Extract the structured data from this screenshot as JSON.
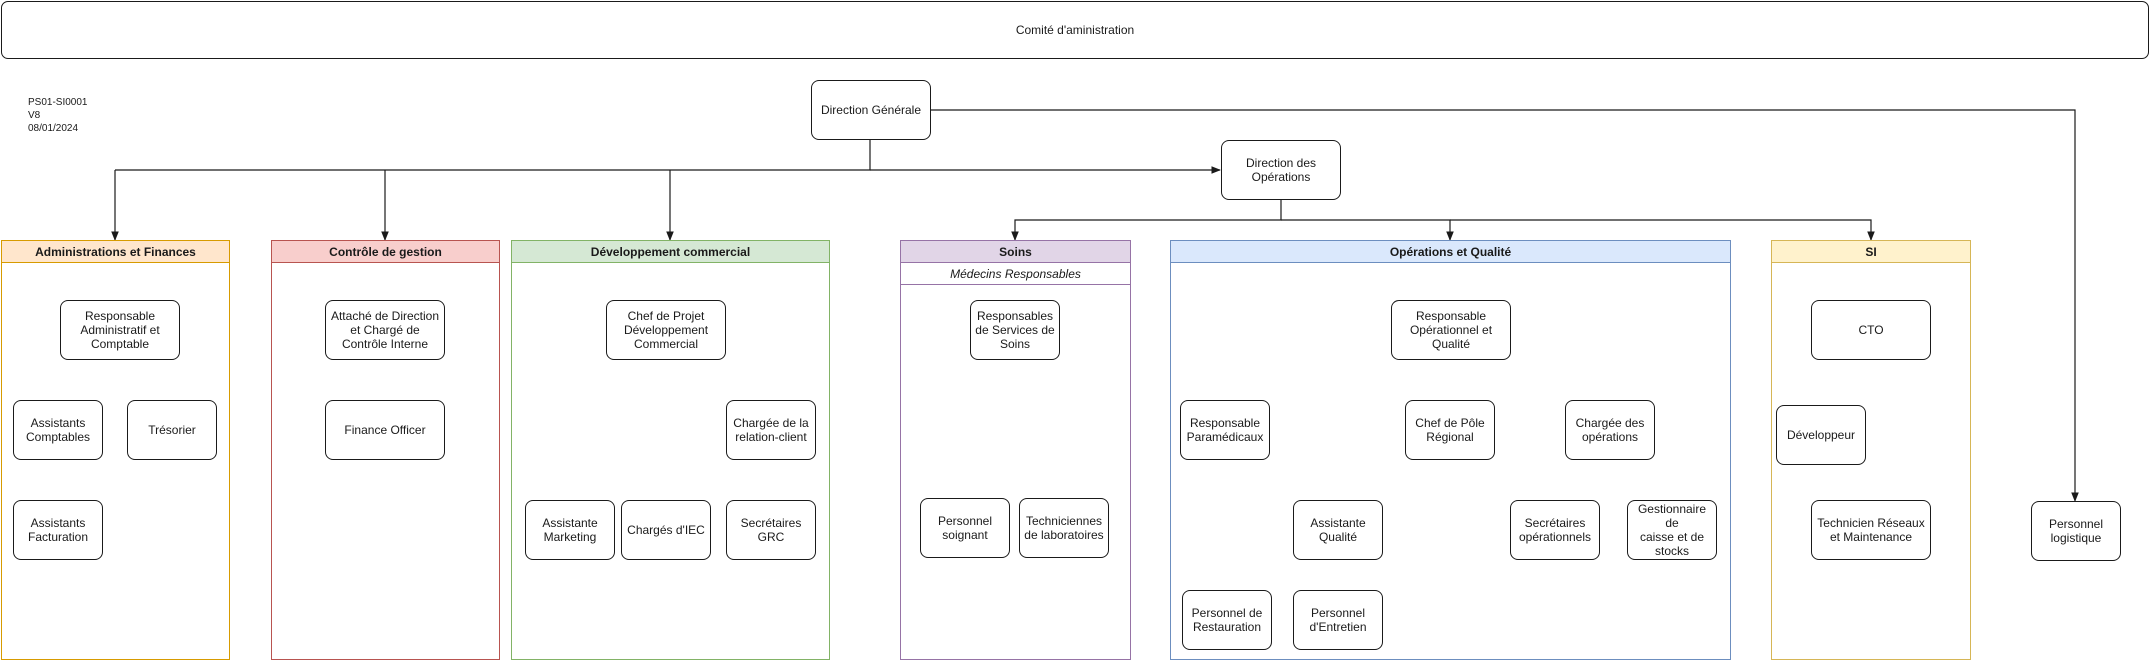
{
  "board": "Comité d'aministration",
  "meta": {
    "ref": "PS01-SI0001",
    "version": "V8",
    "date": "08/01/2024"
  },
  "top": {
    "direction_generale": "Direction Générale",
    "direction_operations": "Direction des\nOpérations",
    "personnel_logistique": "Personnel\nlogistique"
  },
  "lanes": {
    "admin": {
      "title": "Administrations et Finances",
      "color": "#d79b00",
      "fill": "#ffe6cc",
      "resp": "Responsable\nAdministratif et\nComptable",
      "assistants": "Assistants\nComptables",
      "tresorier": "Trésorier",
      "facturation": "Assistants\nFacturation"
    },
    "controle": {
      "title": "Contrôle de gestion",
      "color": "#b85450",
      "fill": "#f8cecc",
      "attache": "Attaché de Direction\net Chargé de\nContrôle Interne",
      "finance": "Finance Officer"
    },
    "dev": {
      "title": "Développement commercial",
      "color": "#82b366",
      "fill": "#d5e8d4",
      "chef": "Chef de Projet\nDéveloppement\nCommercial",
      "relation": "Chargée de la\nrelation-client",
      "marketing": "Assistante\nMarketing",
      "iec": "Chargés d'IEC",
      "grc": "Secrétaires\nGRC"
    },
    "soins": {
      "title": "Soins",
      "color": "#9673a6",
      "fill": "#e1d5e7",
      "subtitle": "Médecins Responsables",
      "resp": "Responsables\nde Services de\nSoins",
      "soignant": "Personnel\nsoignant",
      "techniciennes": "Techniciennes\nde laboratoires"
    },
    "ops": {
      "title": "Opérations et Qualité",
      "color": "#6c8ebf",
      "fill": "#dae8fc",
      "resp": "Responsable\nOpérationnel et\nQualité",
      "para": "Responsable\nParamédicaux",
      "pole": "Chef de Pôle\nRégional",
      "chargee": "Chargée des\nopérations",
      "assistante": "Assistante\nQualité",
      "secretaires": "Secrétaires\nopérationnels",
      "gestionnaire": "Gestionnaire de\ncaisse et de\nstocks",
      "restauration": "Personnel de\nRestauration",
      "entretien": "Personnel\nd'Entretien"
    },
    "si": {
      "title": "SI",
      "color": "#d6b656",
      "fill": "#fff2cc",
      "cto": "CTO",
      "dev": "Développeur",
      "tech": "Technicien Réseaux\net Maintenance"
    }
  }
}
